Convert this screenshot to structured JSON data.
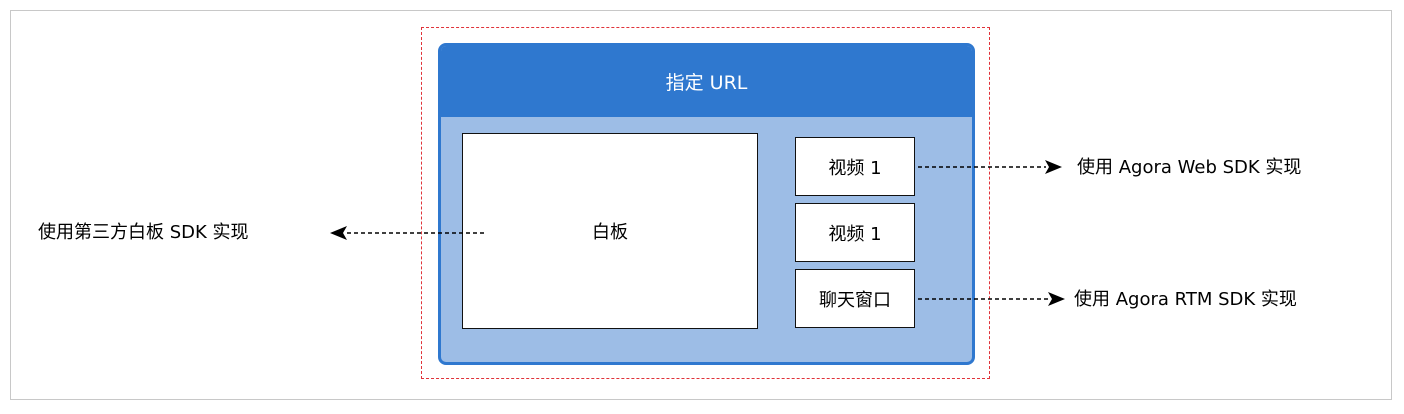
{
  "header": {
    "title": "指定 URL"
  },
  "whiteboard": {
    "label": "白板"
  },
  "videos": [
    {
      "label": "视频 1"
    },
    {
      "label": "视频 1"
    }
  ],
  "chat": {
    "label": "聊天窗口"
  },
  "annotations": {
    "whiteboard_sdk": "使用第三方白板 SDK 实现",
    "web_sdk": "使用 Agora Web SDK 实现",
    "rtm_sdk": "使用 Agora RTM SDK 实现"
  },
  "colors": {
    "header_blue": "#2f78cf",
    "body_blue": "#9dbde6",
    "outline_red": "#e0333a"
  }
}
